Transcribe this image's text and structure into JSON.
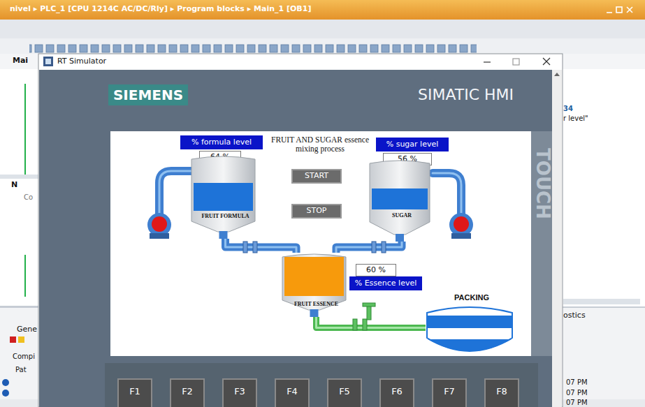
{
  "diagram": {
    "title": "FRUIT AND SUGAR essence mixing process",
    "nodes": [
      {
        "text": [
          "SIEMENS"
        ]
      },
      {
        "text": [
          "% formula level"
        ]
      },
      {
        "text": [
          "64 %"
        ]
      },
      {
        "text": [
          "% sugar level"
        ]
      },
      {
        "text": [
          "56 %"
        ]
      },
      {
        "text": [
          "START"
        ]
      },
      {
        "text": [
          "FRUIT FORMULA"
        ]
      },
      {
        "text": [
          "SUGAR"
        ]
      },
      {
        "text": [
          "STOP"
        ]
      },
      {
        "text": [
          "60 %"
        ]
      },
      {
        "text": [
          "% Essence level"
        ]
      },
      {
        "text": [
          "FRUIT ESSENCE"
        ]
      },
      {
        "text": [
          "PACKING"
        ]
      },
      {
        "text": [
          "F1"
        ]
      },
      {
        "text": [
          "F2"
        ]
      },
      {
        "text": [
          "F3"
        ]
      },
      {
        "text": [
          "F4"
        ]
      },
      {
        "text": [
          "F5"
        ]
      },
      {
        "text": [
          "F6"
        ]
      },
      {
        "text": [
          "F7"
        ]
      },
      {
        "text": [
          "F8"
        ]
      }
    ],
    "edges": [
      {
        "from": 6,
        "to": 11,
        "arrow": "none"
      },
      {
        "from": 7,
        "to": 11,
        "arrow": "none"
      },
      {
        "from": 11,
        "to": 12,
        "arrow": "none"
      }
    ],
    "labels": [
      "nivel ▸ PLC_1 [CPU 1214C AC/DC/Rly] ▸ Program blocks ▸ Main_1 [OB1]",
      "RT Simulator",
      "SIMATIC HMI",
      "TOUCH",
      "Mai",
      "N",
      "Co",
      "34",
      "r level\"",
      "Gene",
      "Compi",
      "Pat",
      "ostics",
      "07 PM",
      "07 PM",
      "07 PM"
    ]
  }
}
